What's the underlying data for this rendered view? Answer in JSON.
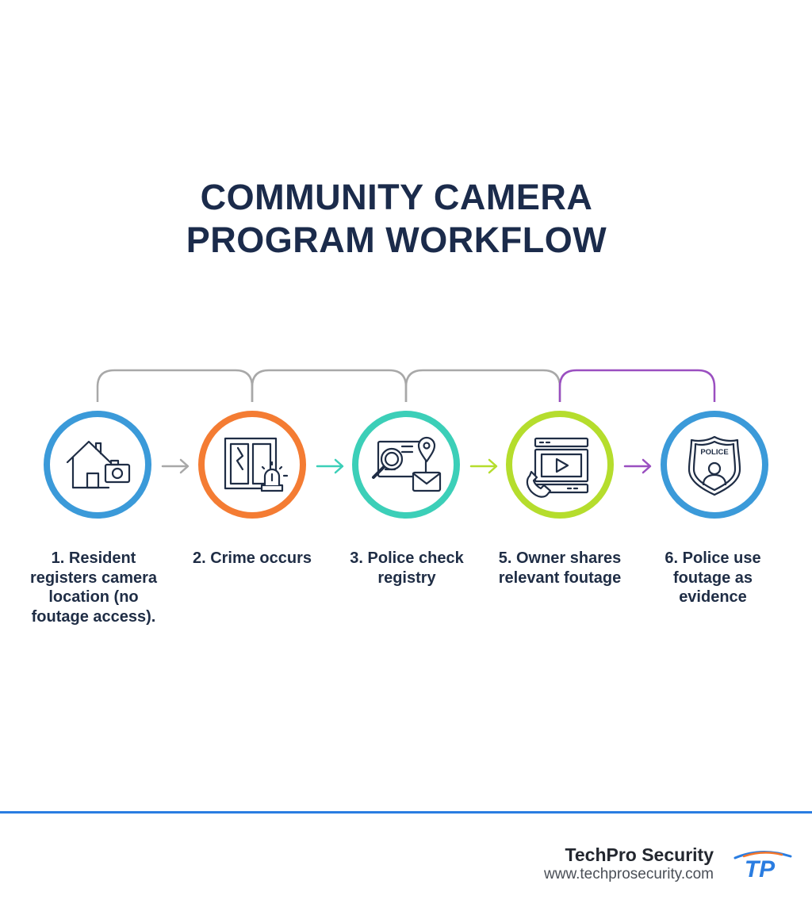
{
  "title": {
    "line1": "COMMUNITY CAMERA",
    "line2": "PROGRAM WORKFLOW"
  },
  "steps": [
    {
      "label": "1. Resident registers camera location (no foutage access).",
      "color": "#3b9ad9",
      "icon": "house-with-camera-icon"
    },
    {
      "label": "2. Crime occurs",
      "color": "#f47c33",
      "icon": "broken-window-alarm-icon"
    },
    {
      "label": "3. Police check registry",
      "color": "#3ccfb8",
      "icon": "map-search-mail-icon"
    },
    {
      "label": "5. Owner shares relevant foutage",
      "color": "#b5dd2d",
      "icon": "video-player-phone-icon"
    },
    {
      "label": "6. Police use foutage as evidence",
      "color": "#3b9ad9",
      "icon": "police-badge-icon"
    }
  ],
  "arrow_colors": [
    "#a8a8a8",
    "#3ccfb8",
    "#b5dd2d",
    "#9a4fc0"
  ],
  "bracket_colors": [
    "#a8a8a8",
    "#a8a8a8",
    "#a8a8a8",
    "#9a4fc0"
  ],
  "footer": {
    "company": "TechPro Security",
    "url": "www.techprosecurity.com",
    "logo_text": "TP",
    "accent_color": "#2a7de1"
  }
}
